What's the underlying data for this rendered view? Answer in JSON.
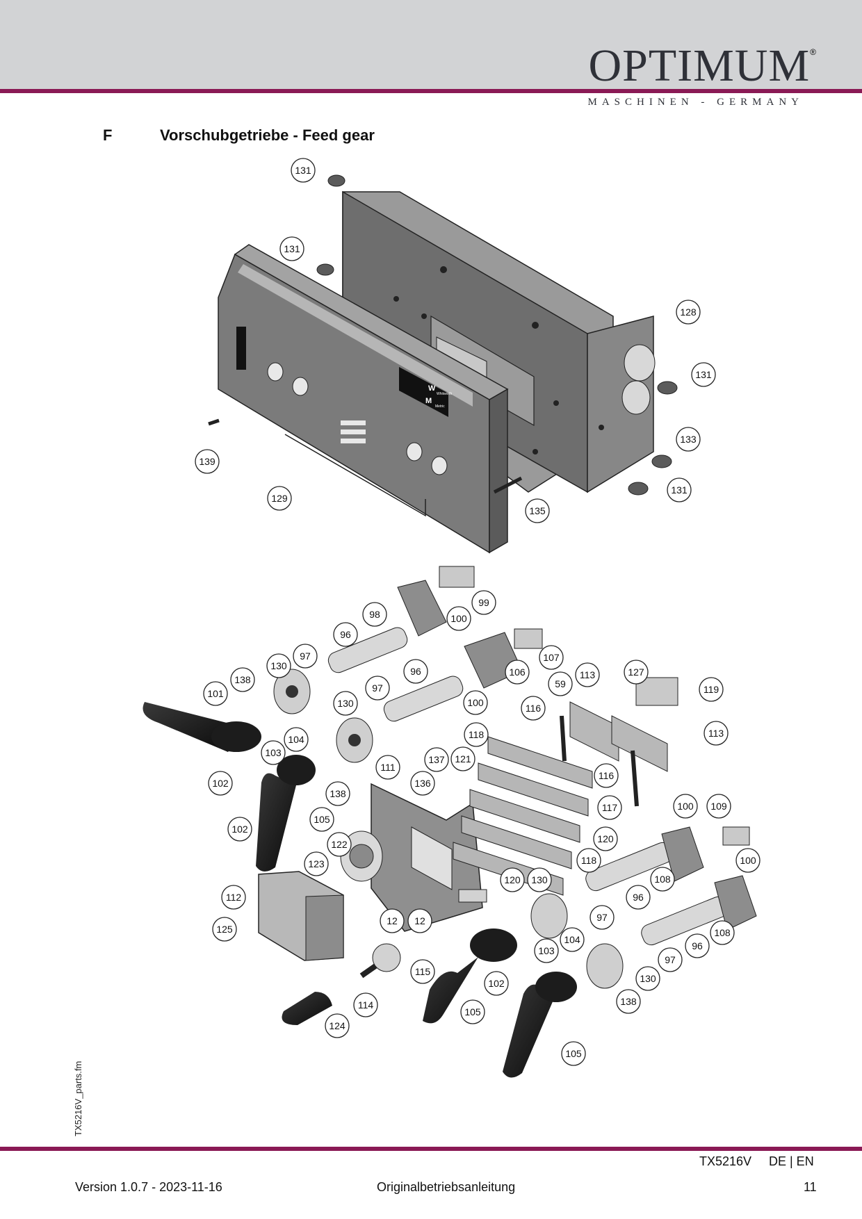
{
  "header": {
    "brand": "OPTIMUM",
    "registered": "®",
    "tagline": "MASCHINEN - GERMANY"
  },
  "section": {
    "letter": "F",
    "title": "Vorschubgetriebe - Feed gear"
  },
  "diagram": {
    "panel_text": {
      "w": "W",
      "m": "M",
      "w_sub": "Whitworth",
      "m_sub": "Metric"
    },
    "callouts": [
      {
        "label": "131"
      },
      {
        "label": "131"
      },
      {
        "label": "128"
      },
      {
        "label": "131"
      },
      {
        "label": "133"
      },
      {
        "label": "131"
      },
      {
        "label": "135"
      },
      {
        "label": "139"
      },
      {
        "label": "129"
      },
      {
        "label": "99"
      },
      {
        "label": "98"
      },
      {
        "label": "100"
      },
      {
        "label": "96"
      },
      {
        "label": "107"
      },
      {
        "label": "97"
      },
      {
        "label": "130"
      },
      {
        "label": "106"
      },
      {
        "label": "96"
      },
      {
        "label": "138"
      },
      {
        "label": "101"
      },
      {
        "label": "97"
      },
      {
        "label": "130"
      },
      {
        "label": "100"
      },
      {
        "label": "59"
      },
      {
        "label": "113"
      },
      {
        "label": "127"
      },
      {
        "label": "119"
      },
      {
        "label": "116"
      },
      {
        "label": "104"
      },
      {
        "label": "103"
      },
      {
        "label": "118"
      },
      {
        "label": "113"
      },
      {
        "label": "102"
      },
      {
        "label": "137"
      },
      {
        "label": "121"
      },
      {
        "label": "111"
      },
      {
        "label": "136"
      },
      {
        "label": "138"
      },
      {
        "label": "116"
      },
      {
        "label": "117"
      },
      {
        "label": "102"
      },
      {
        "label": "105"
      },
      {
        "label": "100"
      },
      {
        "label": "109"
      },
      {
        "label": "122"
      },
      {
        "label": "120"
      },
      {
        "label": "123"
      },
      {
        "label": "118"
      },
      {
        "label": "100"
      },
      {
        "label": "120"
      },
      {
        "label": "130"
      },
      {
        "label": "108"
      },
      {
        "label": "112"
      },
      {
        "label": "96"
      },
      {
        "label": "97"
      },
      {
        "label": "12"
      },
      {
        "label": "12"
      },
      {
        "label": "108"
      },
      {
        "label": "125"
      },
      {
        "label": "104"
      },
      {
        "label": "96"
      },
      {
        "label": "103"
      },
      {
        "label": "97"
      },
      {
        "label": "115"
      },
      {
        "label": "130"
      },
      {
        "label": "102"
      },
      {
        "label": "114"
      },
      {
        "label": "105"
      },
      {
        "label": "138"
      },
      {
        "label": "124"
      },
      {
        "label": "105"
      }
    ]
  },
  "side_label": "TX5216V_parts.fm",
  "footer": {
    "model": "TX5216V",
    "lang": "DE | EN",
    "version": "Version 1.0.7 - 2023-11-16",
    "center": "Originalbetriebsanleitung",
    "page": "11"
  },
  "colors": {
    "accent": "#8a1a55",
    "header_band": "#d2d3d5",
    "logo": "#2f3138"
  }
}
